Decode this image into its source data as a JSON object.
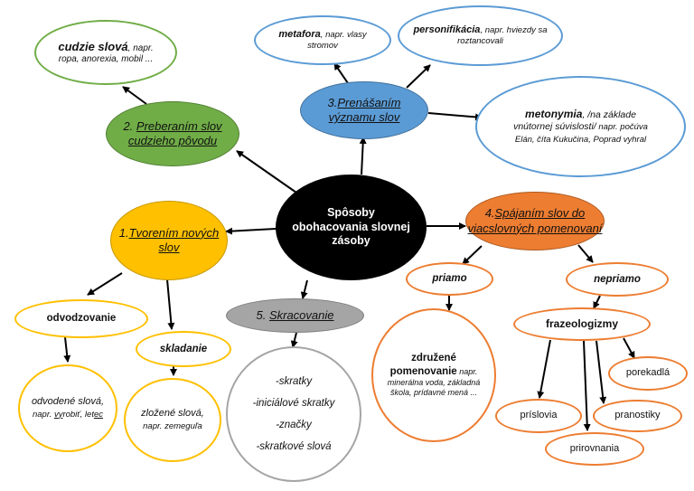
{
  "colors": {
    "green_fill": "#70ad47",
    "green_border": "#70ad47",
    "blue_fill": "#5b9bd5",
    "blue_border": "#5b9bd5",
    "orange_fill": "#ed7d31",
    "orange_border": "#ed7d31",
    "yellow_fill": "#ffc000",
    "yellow_border": "#ffc000",
    "gray_fill": "#a5a5a5",
    "gray_border": "#a5a5a5",
    "black_fill": "#000000"
  },
  "center": {
    "line1": "Spôsoby",
    "line2": "obohacovania slovnej",
    "line3": "zásoby"
  },
  "n1": {
    "num": "1.",
    "title_a": "Tvorením nových",
    "title_b": "slov"
  },
  "n2": {
    "num": "2.",
    "title_a": "Preberaním slov",
    "title_b": "cudzieho pôvodu"
  },
  "n3": {
    "num": "3.",
    "title_a": "Prenášaním",
    "title_b": "významu slov"
  },
  "n4": {
    "num": "4.",
    "title_a": "Spájaním slov do",
    "title_b": "viacslovných pomenovaní"
  },
  "n5": {
    "num": "5.",
    "title": "Skracovanie"
  },
  "cudzie": {
    "bold": "cudzie slová",
    "rest": ", napr.",
    "line2": "ropa, anorexia, mobil ..."
  },
  "metafora": {
    "bold": "metafora",
    "rest": ", napr. vlasy",
    "line2": "stromov"
  },
  "personifikacia": {
    "bold": "personifikácia",
    "rest": ", napr. hviezdy sa",
    "line2": "roztancovali"
  },
  "metonymia": {
    "bold": "metonymia",
    "rest": ", /na základe",
    "line2": "vnútornej súvislosti/",
    "line2b": " napr. počúva",
    "line3": "Elán, číta Kukučina, Poprad vyhral"
  },
  "odvodzovanie": {
    "label": "odvodzovanie"
  },
  "skladanie": {
    "label": "skladanie"
  },
  "odvodene": {
    "line1": "odvodené slová,",
    "line2a": "napr. ",
    "line2b": "vy",
    "line2c": "robiť, let",
    "line2d": "ec"
  },
  "zlozene": {
    "line1": "zložené slová,",
    "line2": "napr. zemeguľa"
  },
  "skratky": {
    "items": [
      "-skratky",
      "-iniciálové skratky",
      "-značky",
      "-skratkové slová"
    ]
  },
  "priamo": {
    "label": "priamo"
  },
  "nepriamo": {
    "label": "nepriamo"
  },
  "zdruzene": {
    "line1": "združené",
    "line2": "pomenovanie",
    "line2b": " napr.",
    "line3": "minerálna voda, základná",
    "line4": "škola, prídavné mená ..."
  },
  "frazeologizmy": {
    "label": "frazeologizmy"
  },
  "porekadla": {
    "label": "porekadlá"
  },
  "prislovia": {
    "label": "príslovia"
  },
  "pranostiky": {
    "label": "pranostiky"
  },
  "prirovnania": {
    "label": "prirovnania"
  }
}
